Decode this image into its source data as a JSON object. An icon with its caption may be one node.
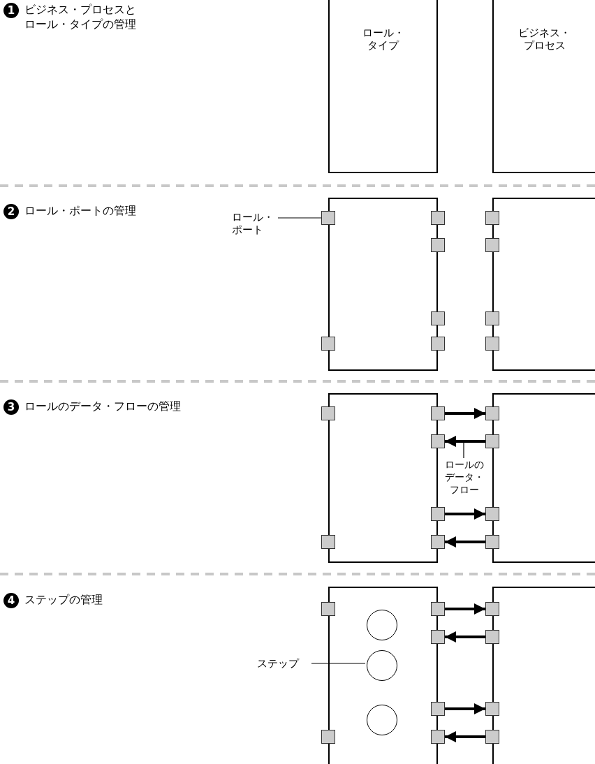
{
  "diagram": {
    "nodes": [
      {
        "text": [
          "1"
        ],
        "beside": [
          "ビジネス・プロセスとロール・タイプの管理"
        ]
      },
      {
        "text": [
          "ロール・タイプ"
        ]
      },
      {
        "text": [
          "ビジネス・プロセス"
        ]
      },
      {
        "text": [
          "2"
        ],
        "beside": [
          "ロール・ポートの管理"
        ]
      },
      {
        "text": [
          "ロール・ポート"
        ]
      },
      {
        "text": [],
        "shape": "box"
      },
      {
        "text": [],
        "shape": "box"
      },
      {
        "text": [],
        "shape": "box"
      },
      {
        "text": [],
        "shape": "box"
      },
      {
        "text": [],
        "shape": "box"
      },
      {
        "text": [],
        "shape": "box"
      },
      {
        "text": [],
        "shape": "box"
      },
      {
        "text": [],
        "shape": "box"
      },
      {
        "text": [],
        "shape": "box"
      },
      {
        "text": [],
        "shape": "box"
      },
      {
        "text": [],
        "shape": "box"
      },
      {
        "text": [],
        "shape": "box"
      },
      {
        "text": [
          "3"
        ],
        "beside": [
          "ロールのデータ・フローの管理"
        ]
      },
      {
        "text": [],
        "shape": "box"
      },
      {
        "text": [],
        "shape": "box"
      },
      {
        "text": [],
        "shape": "box"
      },
      {
        "text": [],
        "shape": "box"
      },
      {
        "text": [],
        "shape": "box"
      },
      {
        "text": [],
        "shape": "box"
      },
      {
        "text": [],
        "shape": "box"
      },
      {
        "text": [],
        "shape": "box"
      },
      {
        "text": [],
        "shape": "box"
      },
      {
        "text": [],
        "shape": "box"
      },
      {
        "text": [],
        "shape": "box"
      },
      {
        "text": [],
        "shape": "box"
      },
      {
        "text": [
          "ロールのデータ・フロー"
        ]
      },
      {
        "text": [
          "4"
        ],
        "beside": [
          "ステップの管理"
        ]
      },
      {
        "text": [],
        "shape": "box"
      },
      {
        "text": [],
        "shape": "box"
      },
      {
        "text": [],
        "shape": "box"
      },
      {
        "text": [],
        "shape": "box"
      },
      {
        "text": [],
        "shape": "box"
      },
      {
        "text": [],
        "shape": "box"
      },
      {
        "text": [],
        "shape": "box"
      },
      {
        "text": [],
        "shape": "box"
      },
      {
        "text": [],
        "shape": "box"
      },
      {
        "text": [],
        "shape": "box"
      },
      {
        "text": [],
        "shape": "box"
      },
      {
        "text": [],
        "shape": "box"
      },
      {
        "text": [],
        "shape": "circle",
        "in": 32
      },
      {
        "text": [],
        "shape": "circle",
        "in": 32
      },
      {
        "text": [],
        "shape": "circle",
        "in": 32
      },
      {
        "text": [
          "ステップ"
        ]
      }
    ],
    "edges": [
      {
        "from": 4,
        "to": 7,
        "arrow": "none"
      },
      {
        "from": 22,
        "to": 26,
        "arrow": "to"
      },
      {
        "from": 27,
        "to": 23,
        "arrow": "to"
      },
      {
        "from": 24,
        "to": 28,
        "arrow": "to"
      },
      {
        "from": 29,
        "to": 25,
        "arrow": "to"
      },
      {
        "from": 30,
        "to": null,
        "arrow": "none"
      },
      {
        "from": 36,
        "to": 40,
        "arrow": "to"
      },
      {
        "from": 41,
        "to": 37,
        "arrow": "to"
      },
      {
        "from": 38,
        "to": 42,
        "arrow": "to"
      },
      {
        "from": 43,
        "to": 39,
        "arrow": "to"
      },
      {
        "from": 47,
        "to": 45,
        "arrow": "none"
      }
    ]
  }
}
